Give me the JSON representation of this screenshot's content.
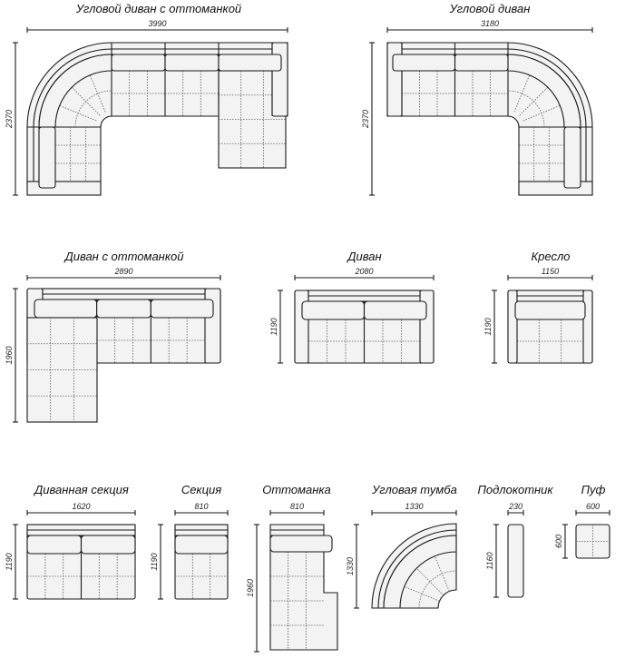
{
  "modules": [
    {
      "title": "Угловой диван с оттоманкой",
      "width": "3990",
      "depth": "2370"
    },
    {
      "title": "Угловой диван",
      "width": "3180",
      "depth": "2370"
    },
    {
      "title": "Диван с оттоманкой",
      "width": "2890",
      "depth": "1960"
    },
    {
      "title": "Диван",
      "width": "2080",
      "depth": "1190"
    },
    {
      "title": "Кресло",
      "width": "1150",
      "depth": "1190"
    },
    {
      "title": "Диванная секция",
      "width": "1620",
      "depth": "1190"
    },
    {
      "title": "Секция",
      "width": "810",
      "depth": "1190"
    },
    {
      "title": "Оттоманка",
      "width": "810",
      "depth": "1960"
    },
    {
      "title": "Угловая тумба",
      "width": "1330",
      "depth": "1330"
    },
    {
      "title": "Подлокотник",
      "width": "230",
      "depth": "1160"
    },
    {
      "title": "Пуф",
      "width": "600",
      "depth": "600"
    }
  ]
}
